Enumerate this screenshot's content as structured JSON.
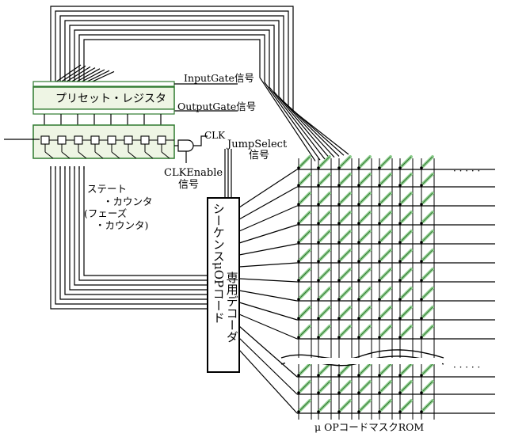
{
  "labels": {
    "input_gate": "InputGate信号",
    "preset_register": "プリセット・レジスタ",
    "output_gate": "OutputGate信号",
    "clk": "CLK",
    "jump_select_1": "JumpSelect",
    "jump_select_2": "信号",
    "clk_enable_1": "CLKEnable",
    "clk_enable_2": "信号",
    "state_counter_1": "ステート",
    "state_counter_2": "・カウンタ",
    "phase_counter_1": "(フェーズ",
    "phase_counter_2": "・カウンタ)",
    "sequence_uop": "シーケンスμOPコード",
    "dedicated_decoder": "専用デコーダ",
    "uop_mask_rom": "μ OPコードマスクROM",
    "dots": "· · · · ·"
  },
  "colors": {
    "line": "#000000",
    "register_fill": "#eef5e4",
    "register_border": "#2f7a2f",
    "rom_cell": "#8fcf8f"
  }
}
